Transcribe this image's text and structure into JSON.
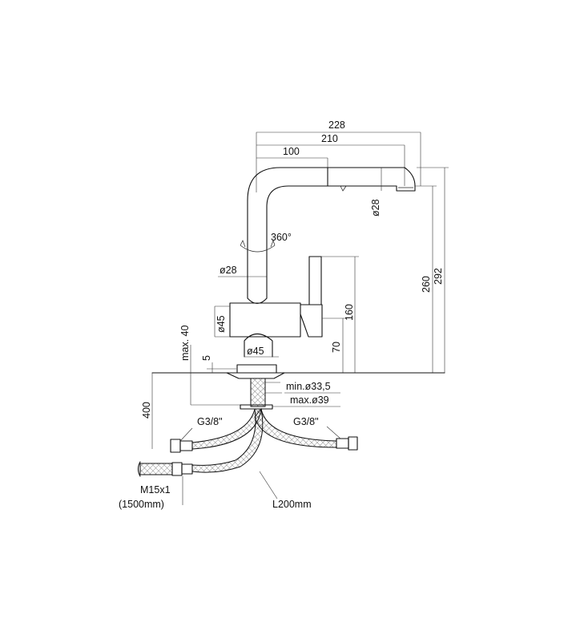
{
  "dimensions": {
    "overall_reach": "228",
    "reach": "210",
    "spout_offset": "100",
    "spout_tip_diameter": "ø28",
    "rotation": "360°",
    "spout_diameter": "ø28",
    "height_total": "292",
    "height_outlet": "260",
    "lever_height": "160",
    "lever_base_height": "70",
    "body_diameter": "ø45",
    "base_diameter": "ø45",
    "max_deck_thickness": "max. 40",
    "gasket": "5",
    "hole_min": "min.ø33,5",
    "hole_max": "max.ø39",
    "hose_depth": "400",
    "inlet_left": "G3/8\"",
    "inlet_right": "G3/8\"",
    "pullout_thread": "M15x1",
    "pullout_length": "(1500mm)",
    "hose_length": "L200mm"
  }
}
